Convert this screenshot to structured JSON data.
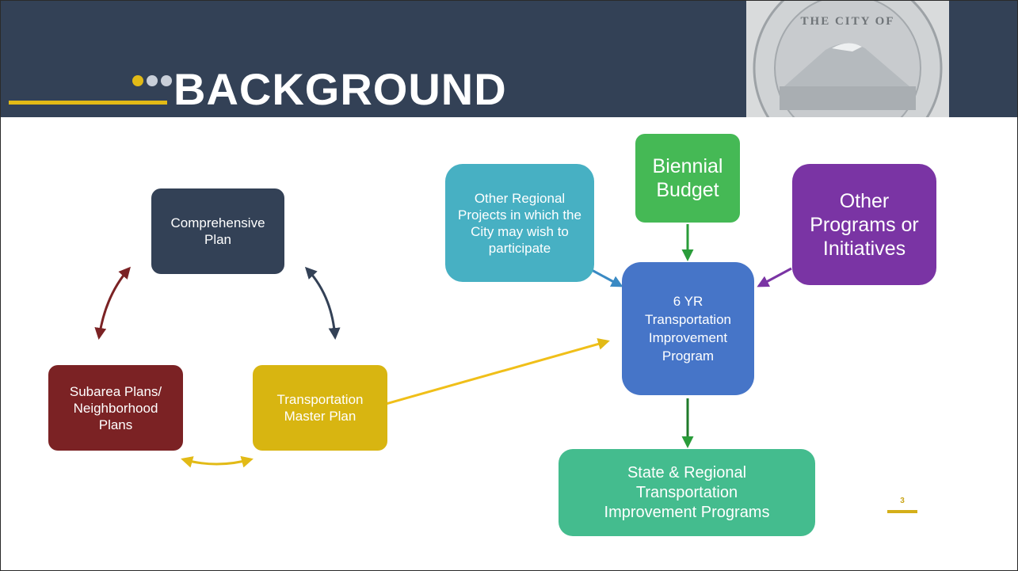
{
  "slide": {
    "title": "BACKGROUND",
    "page_number": "3"
  },
  "header_dots": {
    "colors": [
      "#e2ba16",
      "#c9cfd9",
      "#c9cfd9"
    ]
  },
  "seal": {
    "text": "SEAL OF THE CITY OF TACOMA"
  },
  "left_cycle": {
    "comprehensive_plan": "Comprehensive Plan",
    "subarea_plans": "Subarea Plans/ Neighborhood Plans",
    "transportation_master_plan": "Transportation Master Plan",
    "colors": {
      "comprehensive_plan": "#334156",
      "subarea_plans": "#7b2224",
      "transportation_master_plan": "#d8b511"
    }
  },
  "right_flow": {
    "other_regional": "Other Regional Projects in which the City may wish to participate",
    "biennial_budget": "Biennial Budget",
    "other_programs": "Other Programs or Initiatives",
    "six_year_tip": "6 YR Transportation Improvement Program",
    "state_regional": "State & Regional Transportation Improvement Programs",
    "colors": {
      "other_regional": "#47b0c3",
      "biennial_budget": "#45b955",
      "other_programs": "#7a34a4",
      "six_year_tip": "#4675c8",
      "state_regional": "#44bc8e"
    }
  }
}
